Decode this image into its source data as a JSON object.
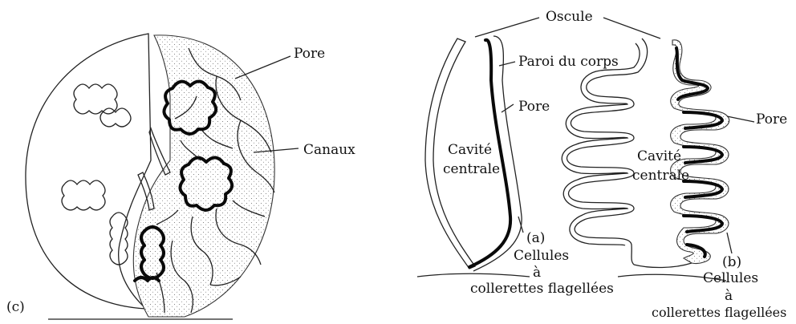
{
  "labels": {
    "c_tag": "(c)",
    "pore_c": "Pore",
    "canaux": "Canaux",
    "oscule": "Oscule",
    "paroi": "Paroi du corps",
    "pore_a": "Pore",
    "cavite_a_1": "Cavité",
    "cavite_a_2": "centrale",
    "a_tag": "(a)",
    "cells_a_1": "Cellules",
    "cells_a_2": "à",
    "cells_a_3": "collerettes flagellées",
    "cavite_b_1": "Cavité",
    "cavite_b_2": "centrale",
    "pore_b": "Pore",
    "b_tag": "(b)",
    "cells_b_1": "Cellules",
    "cells_b_2": "à",
    "cells_b_3": "collerettes flagellées"
  }
}
